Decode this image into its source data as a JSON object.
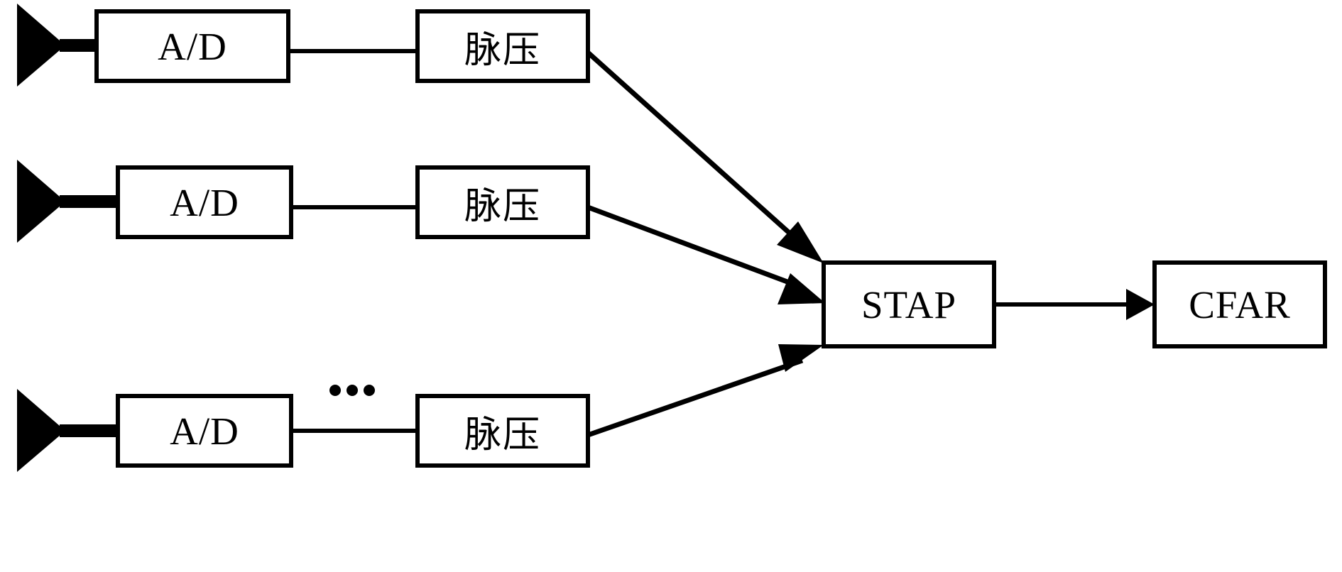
{
  "diagram": {
    "title": "STAP radar signal processing chain block diagram",
    "stroke_color": "#000000",
    "fill_color": "#ffffff",
    "background": "#ffffff",
    "channels": [
      {
        "index": 1,
        "antenna_label": "antenna-element",
        "adc_label": "A/D",
        "pulse_compression_label": "脉压"
      },
      {
        "index": 2,
        "antenna_label": "antenna-element",
        "adc_label": "A/D",
        "pulse_compression_label": "脉压"
      },
      {
        "index": 3,
        "antenna_label": "antenna-element",
        "adc_label": "A/D",
        "pulse_compression_label": "脉压"
      }
    ],
    "ellipsis": "···",
    "stap_label": "STAP",
    "cfar_label": "CFAR"
  }
}
